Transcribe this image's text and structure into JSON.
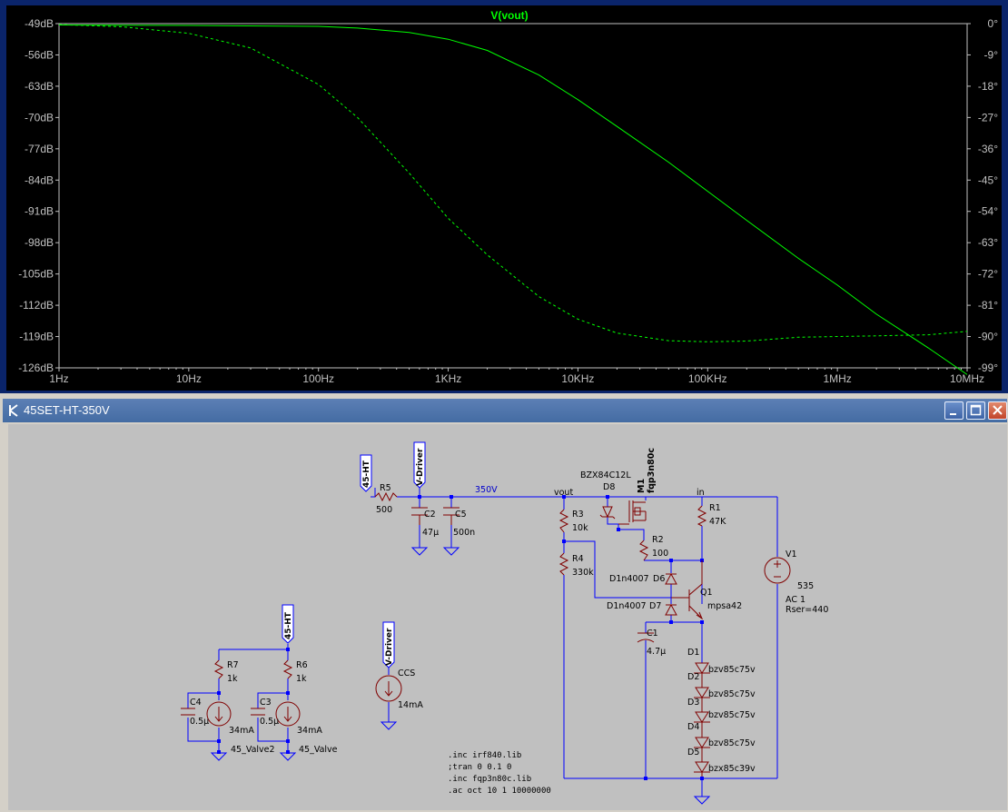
{
  "colors": {
    "plot_bg": "#000000",
    "trace": "#00ff00",
    "axis_text": "#c0c0c0",
    "wire": "#0000ff",
    "component": "#800000",
    "schematic_bg": "#c0c0c0",
    "title_bar": "#446ca3"
  },
  "plot": {
    "title": "V(vout)",
    "left_ticks": [
      "-49dB",
      "-56dB",
      "-63dB",
      "-70dB",
      "-77dB",
      "-84dB",
      "-91dB",
      "-98dB",
      "-105dB",
      "-112dB",
      "-119dB",
      "-126dB"
    ],
    "right_ticks": [
      "0°",
      "-9°",
      "-18°",
      "-27°",
      "-36°",
      "-45°",
      "-54°",
      "-63°",
      "-72°",
      "-81°",
      "-90°",
      "-99°"
    ],
    "x_ticks": [
      "1Hz",
      "10Hz",
      "100Hz",
      "1KHz",
      "10KHz",
      "100KHz",
      "1MHz",
      "10MHz"
    ]
  },
  "chart_data": {
    "type": "line",
    "title": "V(vout)",
    "x_scale": "log",
    "xlim": [
      1,
      10000000
    ],
    "ylim_left": [
      -126,
      -49
    ],
    "ylim_right": [
      -99,
      0
    ],
    "xlabel": "",
    "ylabel": "",
    "grid": false,
    "series": [
      {
        "name": "",
        "axis": "left",
        "style": "solid",
        "x": [
          1,
          10,
          100,
          200,
          500,
          1000,
          2000,
          5000,
          10000,
          20000,
          50000,
          100000,
          200000,
          500000,
          1000000,
          2000000,
          5000000,
          10000000
        ],
        "y": [
          -49.3,
          -49.4,
          -49.6,
          -50.0,
          -51.0,
          -52.5,
          -55.0,
          -60.5,
          -66.0,
          -72.0,
          -80.0,
          -86.5,
          -93.0,
          -101.5,
          -107.5,
          -114.0,
          -121.5,
          -127.5
        ]
      },
      {
        "name": "",
        "axis": "right",
        "style": "dashed",
        "x": [
          1,
          3,
          10,
          30,
          100,
          200,
          500,
          1000,
          2000,
          5000,
          10000,
          20000,
          50000,
          100000,
          200000,
          500000,
          1000000,
          2000000,
          5000000,
          10000000
        ],
        "y": [
          -0.3,
          -0.9,
          -2.8,
          -7.0,
          -17.5,
          -27.0,
          -43.0,
          -56.0,
          -66.5,
          -78.5,
          -85.0,
          -89.0,
          -91.2,
          -91.5,
          -91.3,
          -90.2,
          -90.0,
          -89.8,
          -89.5,
          -88.5
        ]
      }
    ]
  },
  "schematic": {
    "window_title": "45SET-HT-350V",
    "flags": {
      "ht_top": "45-HT",
      "vdriver_top": "V-Driver",
      "ht_bottom": "45-HT",
      "vdriver_mid": "V-Driver"
    },
    "nets": {
      "n350": "350V",
      "vout": "vout",
      "in": "in",
      "valve2": "45_Valve2",
      "valve": "45_Valve"
    },
    "components": {
      "r5": {
        "ref": "R5",
        "val": "500"
      },
      "c2": {
        "ref": "C2",
        "val": "47µ"
      },
      "c5": {
        "ref": "C5",
        "val": "500n"
      },
      "r3": {
        "ref": "R3",
        "val": "10k"
      },
      "r4": {
        "ref": "R4",
        "val": "330k"
      },
      "d8": {
        "ref": "D8",
        "val": "BZX84C12L"
      },
      "m1": {
        "ref": "M1",
        "val": "fqp3n80c"
      },
      "r2": {
        "ref": "R2",
        "val": "100"
      },
      "r1": {
        "ref": "R1",
        "val": "47K"
      },
      "d6": {
        "ref": "D6",
        "val": "D1n4007"
      },
      "d7": {
        "ref": "D7",
        "val": "D1n4007"
      },
      "q1": {
        "ref": "Q1",
        "val": "mpsa42"
      },
      "c1": {
        "ref": "C1",
        "val": "4.7µ"
      },
      "v1": {
        "ref": "V1",
        "val": "535",
        "ac": "AC 1",
        "rser": "Rser=440"
      },
      "d1": {
        "ref": "D1",
        "val": "bzv85c75v"
      },
      "d2": {
        "ref": "D2",
        "val": "bzv85c75v"
      },
      "d3": {
        "ref": "D3",
        "val": "bzv85c75v"
      },
      "d4": {
        "ref": "D4",
        "val": "bzv85c75v"
      },
      "d5": {
        "ref": "D5",
        "val": "bzx85c39v"
      },
      "r7": {
        "ref": "R7",
        "val": "1k"
      },
      "r6": {
        "ref": "R6",
        "val": "1k"
      },
      "c4": {
        "ref": "C4",
        "val": "0.5µ"
      },
      "c3": {
        "ref": "C3",
        "val": "0.5µ"
      },
      "i_valve2": {
        "val": "34mA"
      },
      "i_valve": {
        "val": "34mA"
      },
      "ccs": {
        "ref": "CCS",
        "val": "14mA"
      }
    },
    "directives": [
      ".inc irf840.lib",
      ";tran 0 0.1 0",
      ".inc fqp3n80c.lib",
      ".ac oct 10 1 10000000"
    ]
  }
}
